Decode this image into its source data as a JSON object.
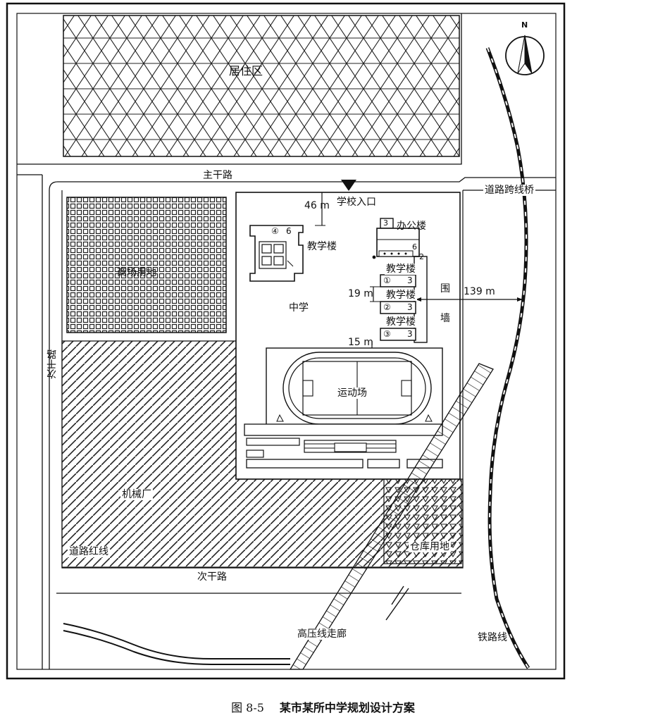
{
  "labels": {
    "residential": "居住区",
    "main_road": "主干路",
    "bridge": "道路跨线桥",
    "school_entrance": "学校入口",
    "dist_46": "46 m",
    "office": "办公楼",
    "teaching_left": "教学楼",
    "teaching_1": "教学楼",
    "teaching_2": "教学楼",
    "teaching_3": "教学楼",
    "dist_19": "19 m",
    "dist_15": "15 m",
    "dist_139": "139 m",
    "wall_1": "围",
    "wall_2": "墙",
    "middle_school": "中学",
    "commercial": "商场用地",
    "secondary_road_left": "次干路",
    "playground": "运动场",
    "factory": "机械厂",
    "road_red_line": "道路红线",
    "warehouse": "仓库用地",
    "secondary_road_bottom": "次干路",
    "hv_corridor": "高压线走廊",
    "railway": "铁路线",
    "north": "N"
  },
  "building_marks": {
    "left_circle": "④",
    "left_num": "6",
    "office_num": "3",
    "office_floor": "6",
    "small_num": "2",
    "row1_circle": "①",
    "row1_num": "3",
    "row2_circle": "②",
    "row2_num": "3",
    "row3_circle": "③",
    "row3_num": "3"
  },
  "caption": {
    "figure_number": "图 8-5",
    "title": "某市某所中学规划设计方案"
  }
}
